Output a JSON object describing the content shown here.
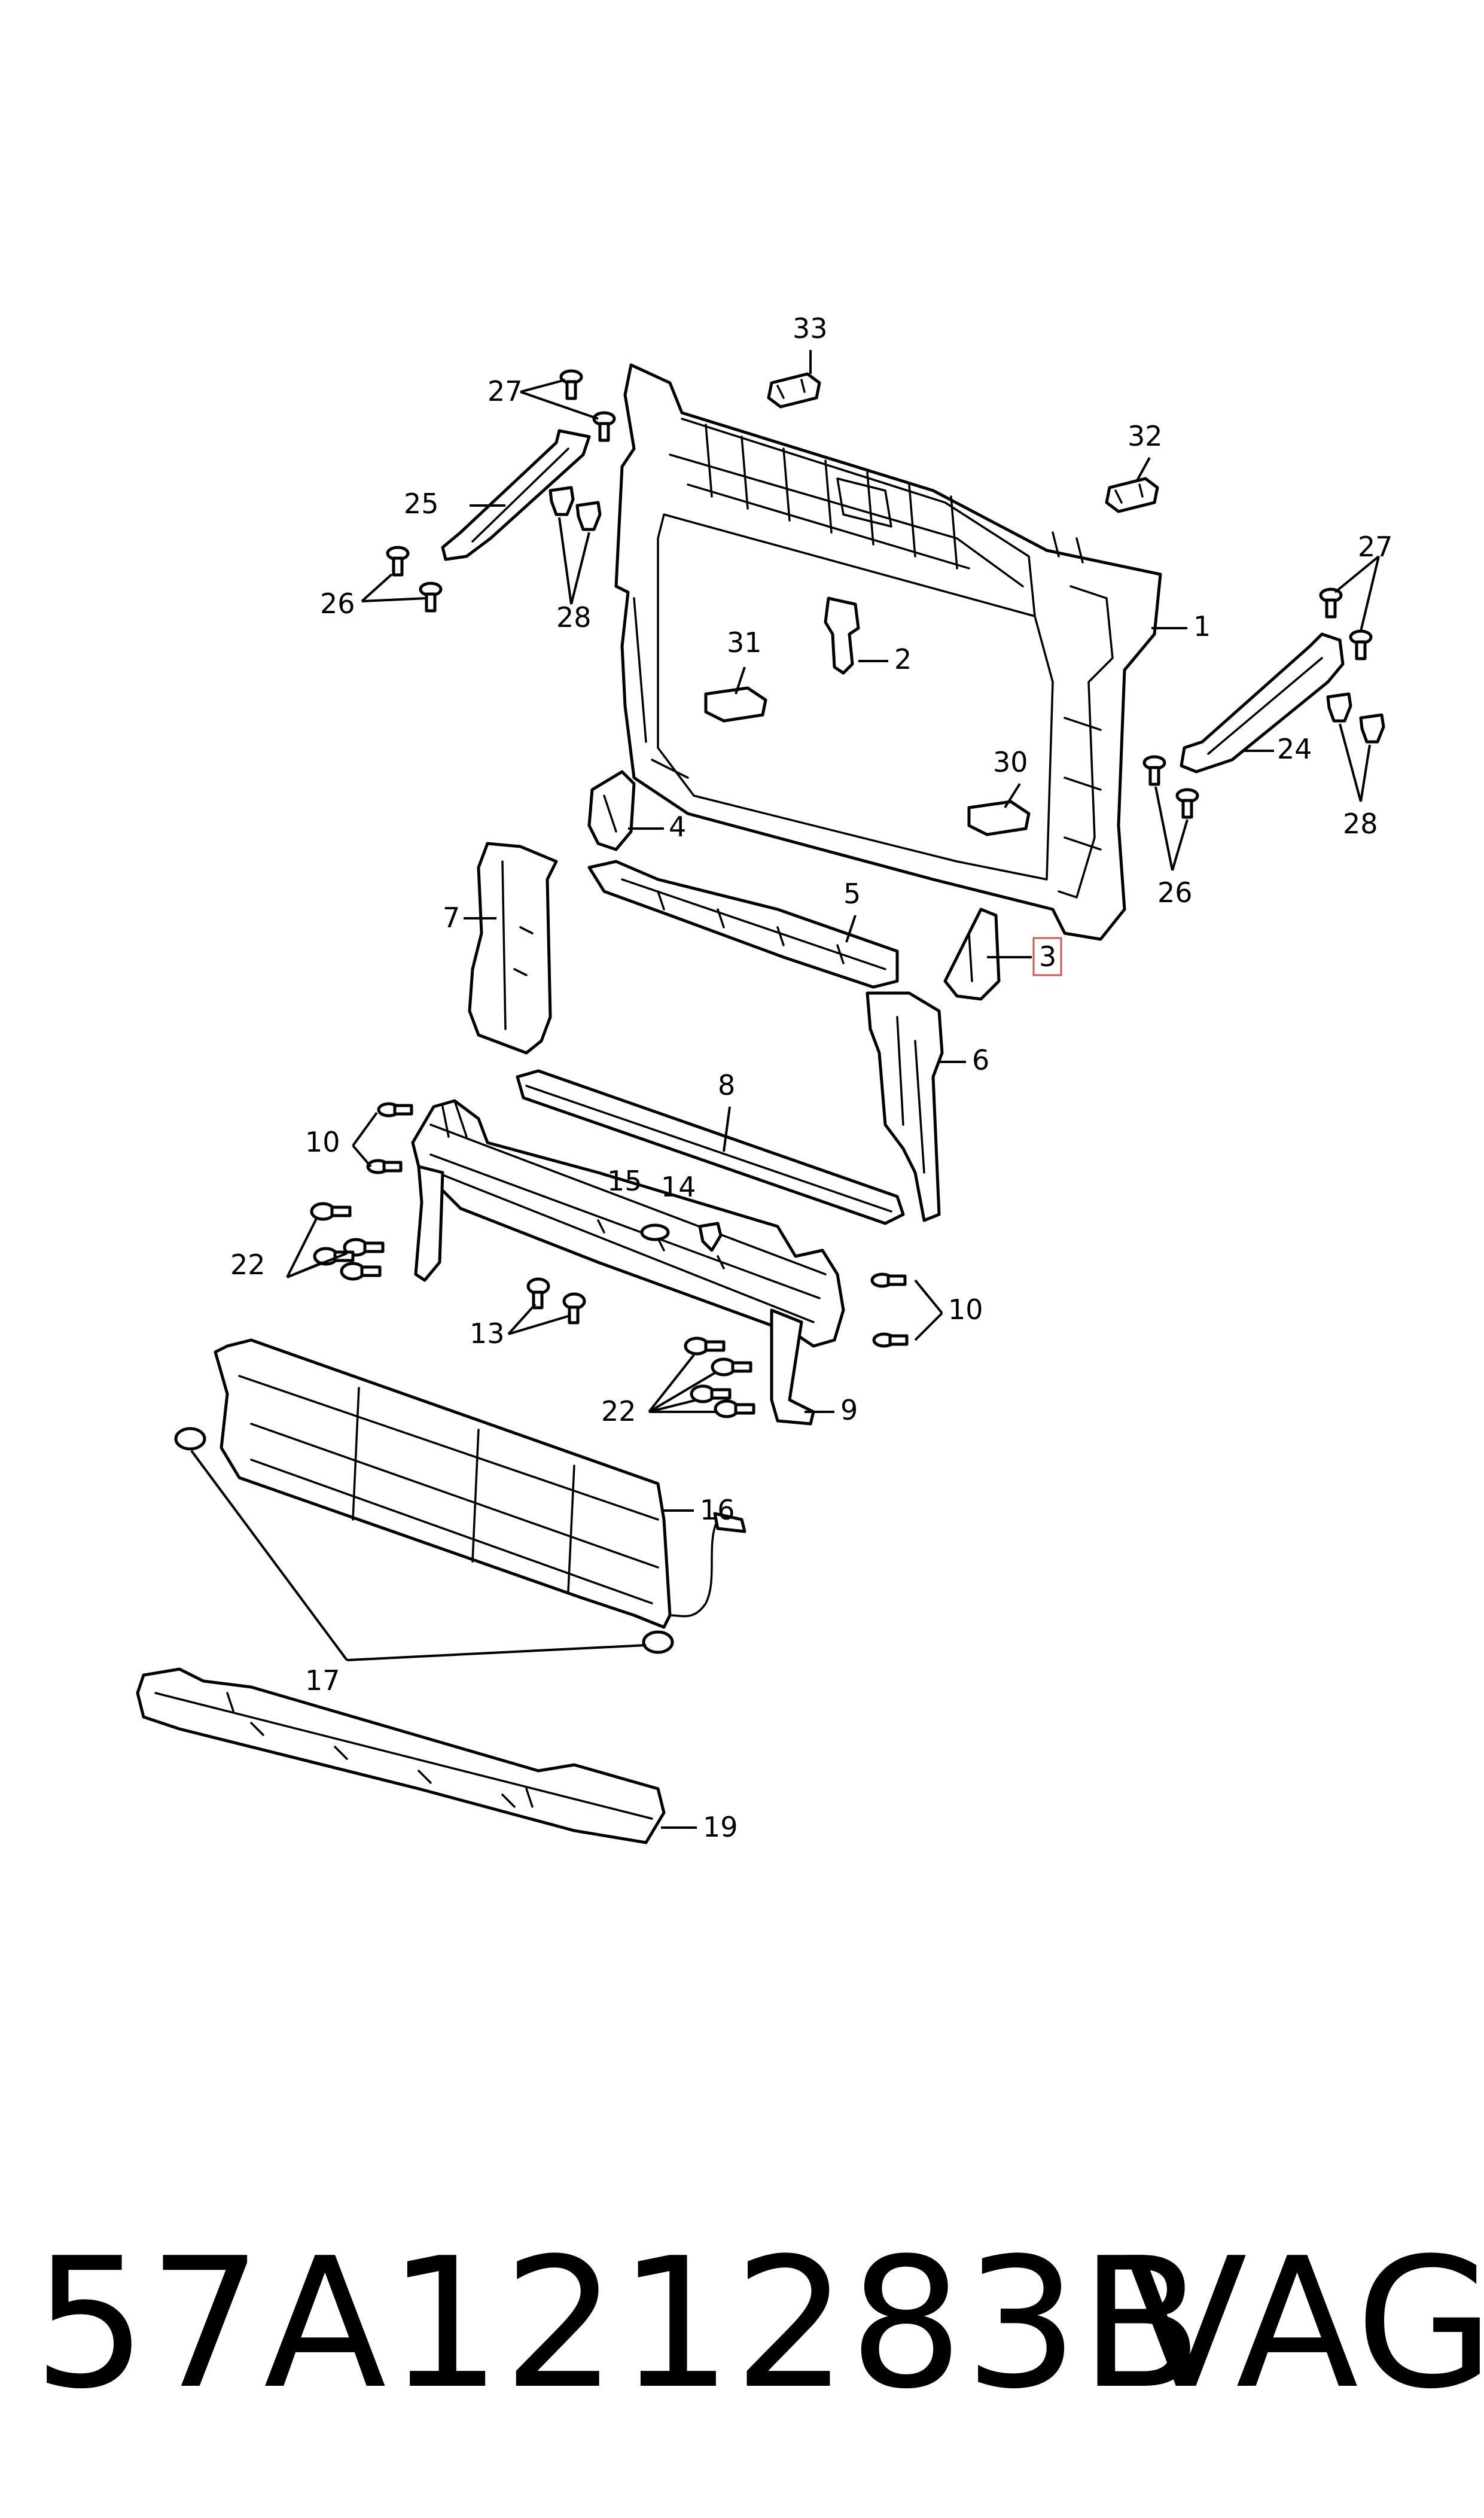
{
  "diagram": {
    "callouts": {
      "c1": "1",
      "c2": "2",
      "c3": "3",
      "c4": "4",
      "c5": "5",
      "c6": "6",
      "c7": "7",
      "c8": "8",
      "c9": "9",
      "c10a": "10",
      "c10b": "10",
      "c13": "13",
      "c14": "14",
      "c15": "15",
      "c16": "16",
      "c17": "17",
      "c19": "19",
      "c22a": "22",
      "c22b": "22",
      "c24": "24",
      "c25": "25",
      "c26a": "26",
      "c26b": "26",
      "c27a": "27",
      "c27b": "27",
      "c28a": "28",
      "c28b": "28",
      "c30": "30",
      "c31": "31",
      "c32": "32",
      "c33": "33"
    },
    "highlighted_callout": "3",
    "highlight_color": "#d9534f"
  },
  "footer": {
    "part_number": "57A121283B",
    "brand": "VAG"
  }
}
